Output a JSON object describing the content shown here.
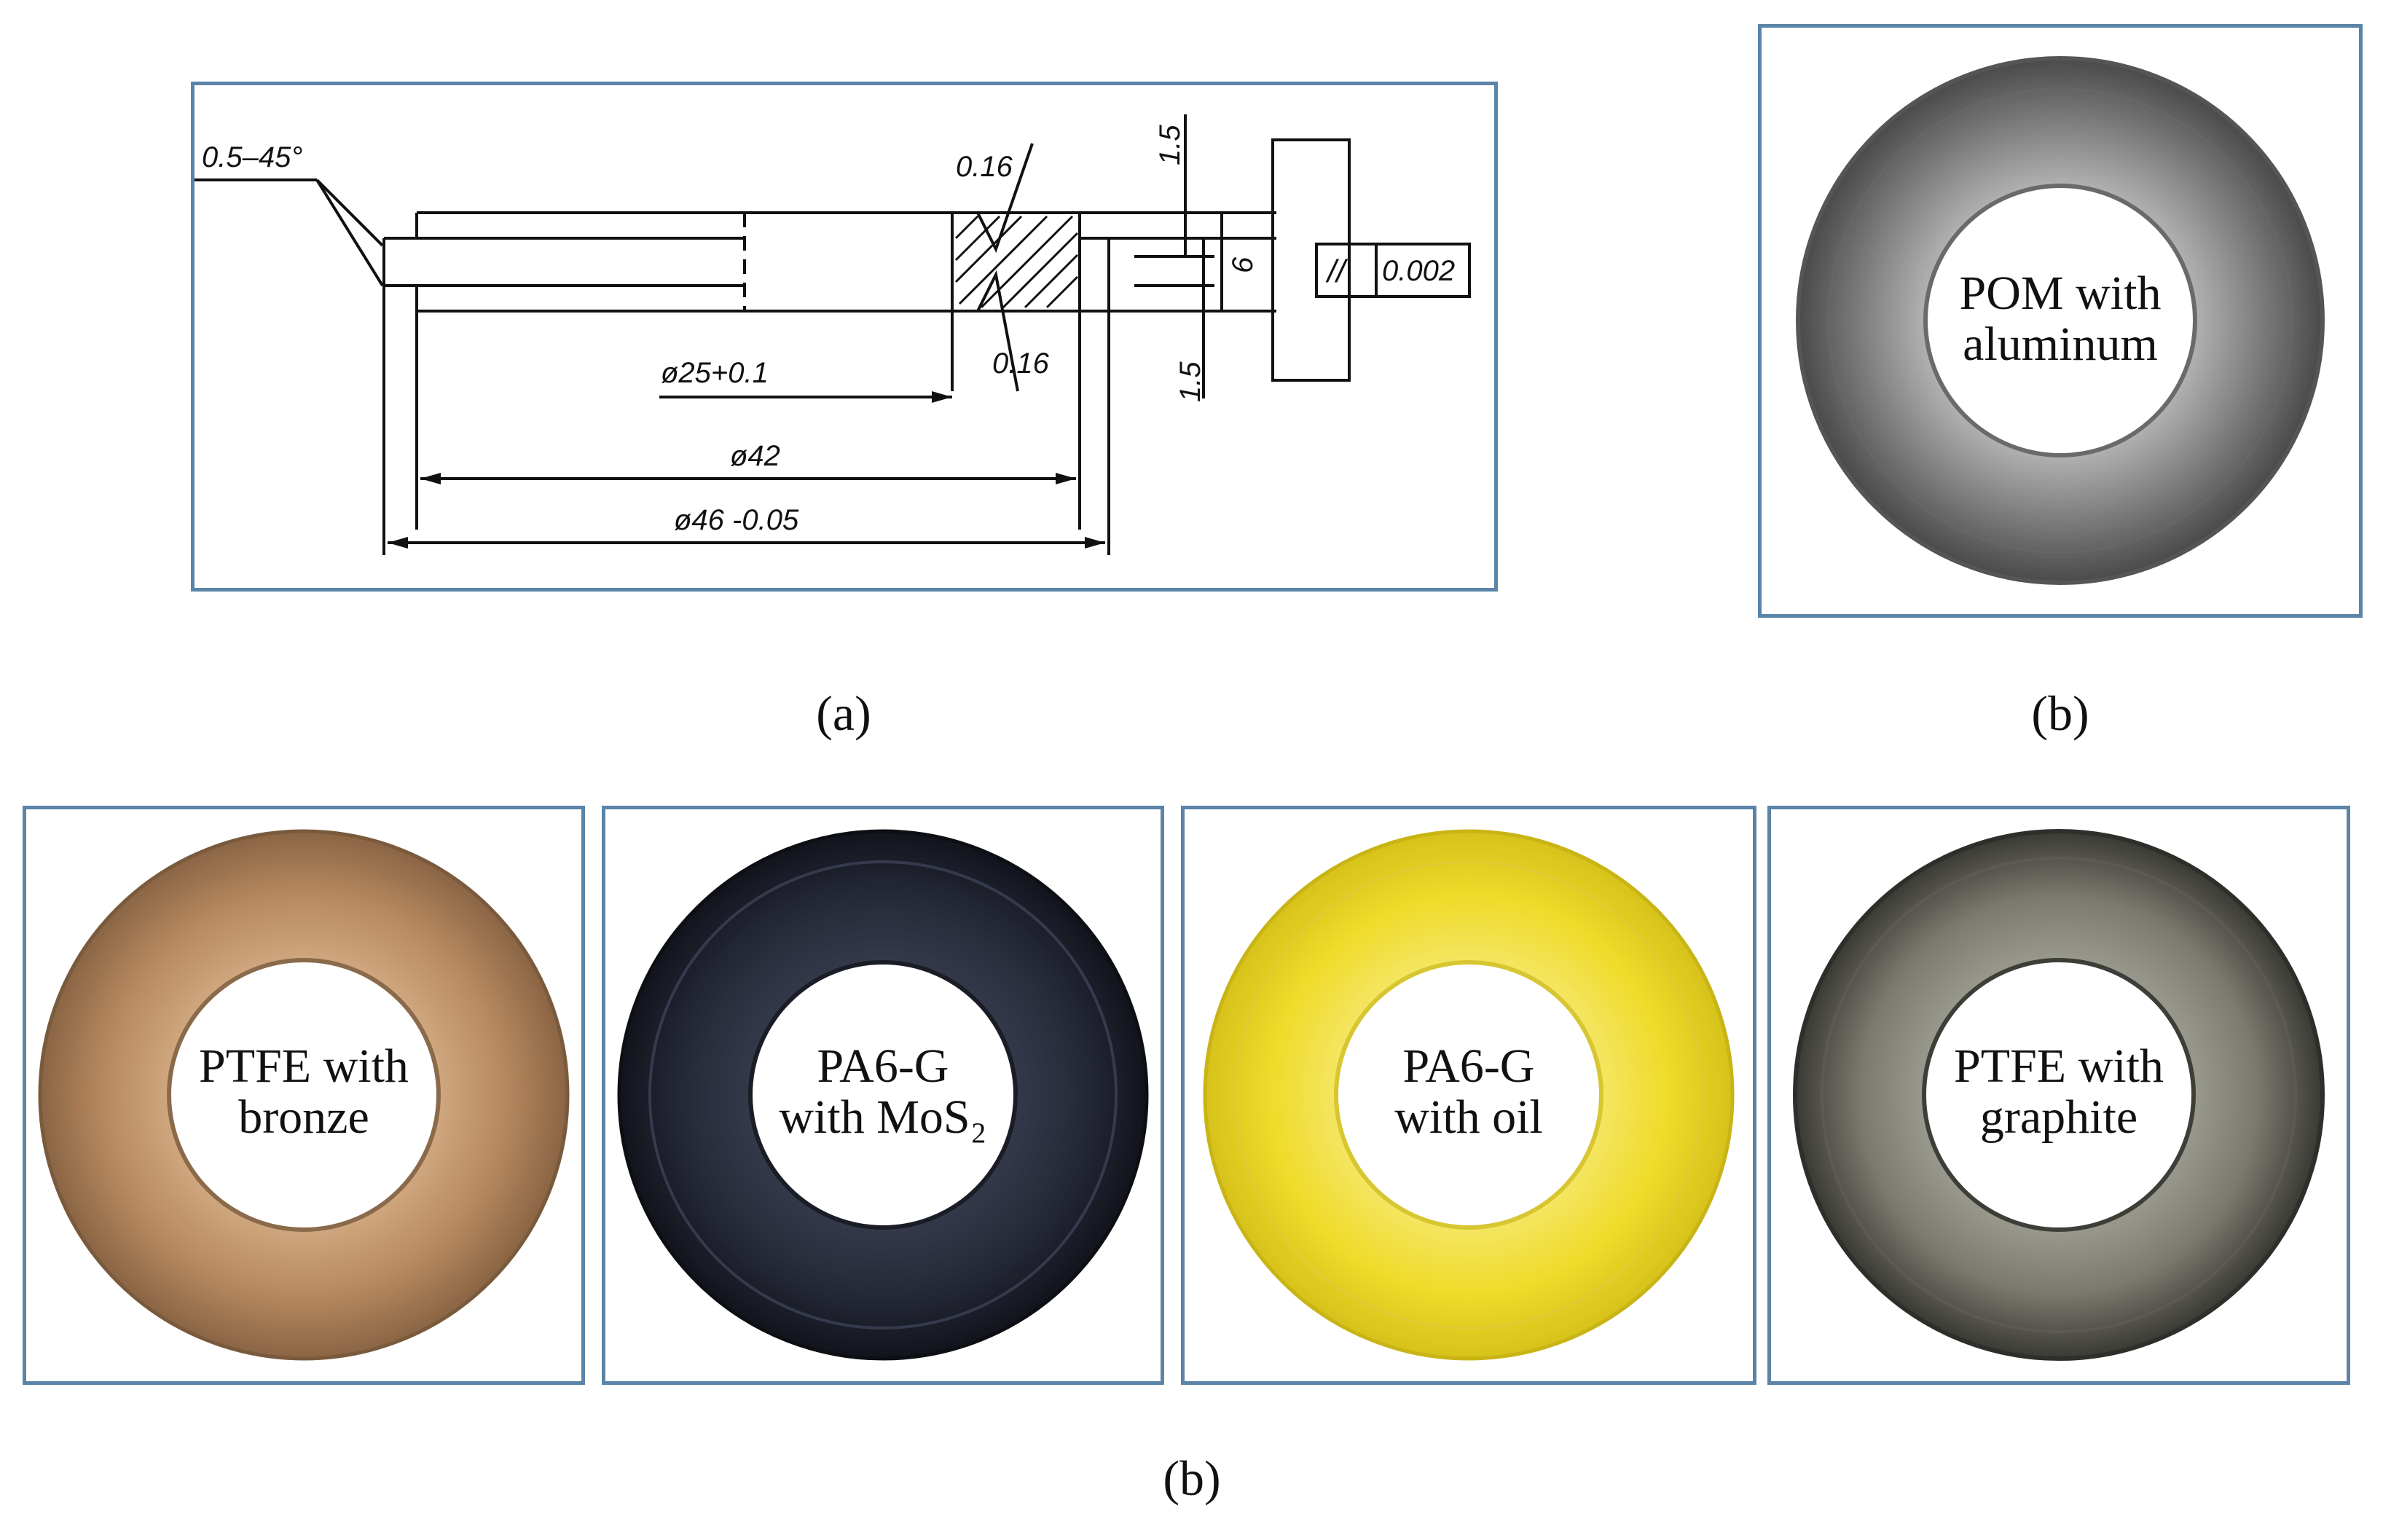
{
  "drawing": {
    "chamfer": "0.5–45°",
    "roughness_top": "0.16",
    "roughness_bottom": "0.16",
    "dim_thickness_top": "1.5",
    "dim_thickness_bottom": "1.5",
    "dim_height": "6",
    "parallelism_symbol": "//",
    "parallelism_value": "0.002",
    "dim_d25": "ø25+0.1",
    "dim_d42": "ø42",
    "dim_d46": "ø46  -0.05"
  },
  "captions": {
    "top_left": "(a)",
    "top_right": "(b)",
    "bottom": "(b)"
  },
  "samples": [
    {
      "line1": "POM with",
      "line2": "aluminum",
      "color": "#8a8a8a"
    },
    {
      "line1": "PTFE with",
      "line2": "bronze",
      "color": "#b98a60"
    },
    {
      "line1": "PA6-G",
      "line2": "with MoS₂",
      "color": "#262a38"
    },
    {
      "line1": "PA6-G",
      "line2": "with oil",
      "color": "#efdb2a"
    },
    {
      "line1": "PTFE with",
      "line2": "graphite",
      "color": "#7b7a70"
    }
  ]
}
